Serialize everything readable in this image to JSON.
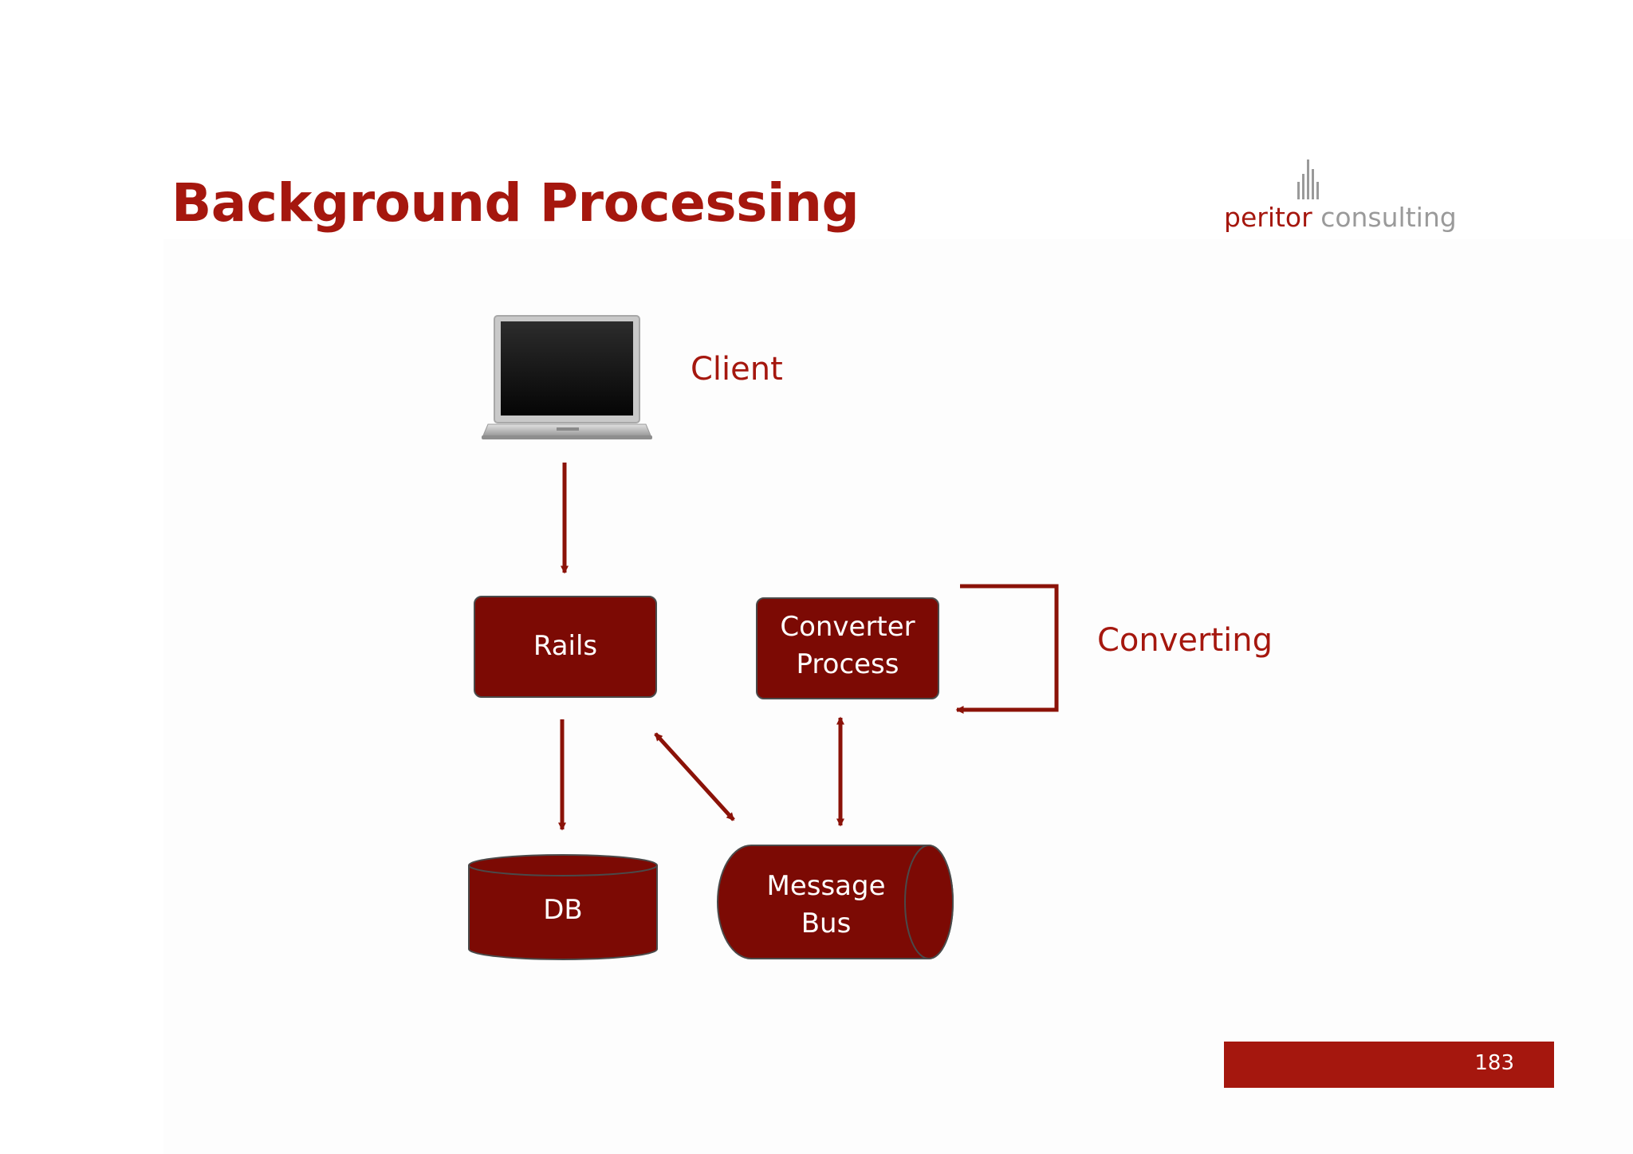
{
  "slide": {
    "title": "Background Processing",
    "page_number": "183"
  },
  "logo": {
    "word1": "peritor",
    "word2": "consulting"
  },
  "diagram": {
    "client_label": "Client",
    "rails_label": "Rails",
    "converter_line1": "Converter",
    "converter_line2": "Process",
    "converting_label": "Converting",
    "db_label": "DB",
    "bus_line1": "Message",
    "bus_line2": "Bus"
  },
  "colors": {
    "accent": "#a5170e",
    "node_fill": "#7c0a04",
    "arrow": "#8b1208",
    "logo_gray": "#9a9a9a"
  },
  "icons": {
    "client": "laptop-icon",
    "logo": "bar-chart-logo-icon"
  }
}
